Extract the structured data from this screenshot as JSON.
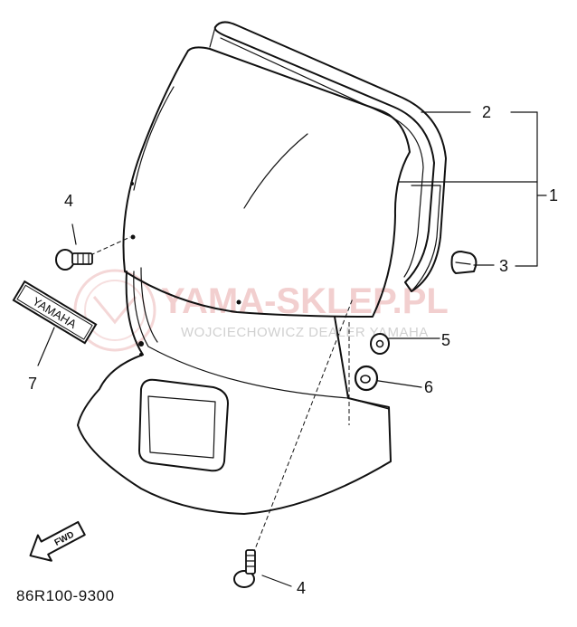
{
  "callouts": {
    "c1": "1",
    "c2": "2",
    "c3": "3",
    "c4_top": "4",
    "c4_bottom": "4",
    "c5": "5",
    "c6": "6",
    "c7": "7"
  },
  "emblem_text": "YAMAHA",
  "fwd_label": "FWD",
  "diagram_code": "86R100-9300",
  "watermark": {
    "main": "YAMA-SKLEP.PL",
    "sub": "WOJCIECHOWICZ DEALER YAMAHA"
  }
}
